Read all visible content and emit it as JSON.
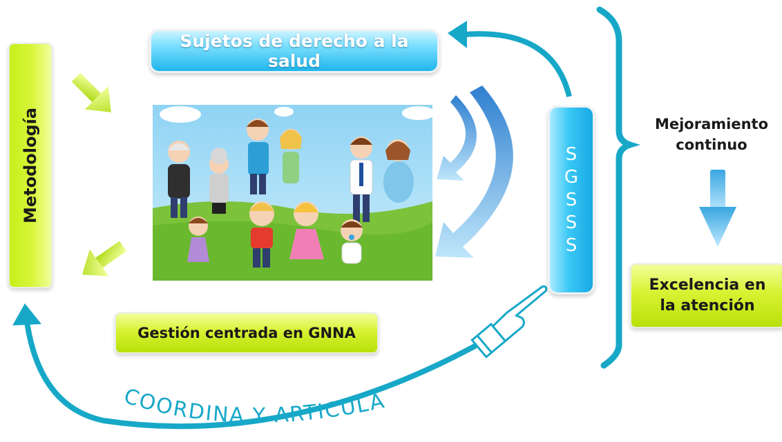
{
  "labels": {
    "top_box": "Sujetos de derecho a la salud",
    "sgsss_letters": [
      "S",
      "G",
      "S",
      "S",
      "S"
    ],
    "metodologia": "Metodología",
    "gestion": "Gestión centrada en GNNA",
    "mejoramiento_line1": "Mejoramiento",
    "mejoramiento_line2": "continuo",
    "excelencia_line1": "Excelencia en",
    "excelencia_line2": "la atención",
    "coordina": "COORDINA Y ARTICULA"
  },
  "colors": {
    "cyan_arrow": "#17a8c8",
    "green": "#c6ef1a",
    "blue": "#2bb6ea"
  },
  "icons": [
    "pointing-hand-icon",
    "down-arrow-icon",
    "curved-arrow-icon",
    "family-illustration"
  ]
}
